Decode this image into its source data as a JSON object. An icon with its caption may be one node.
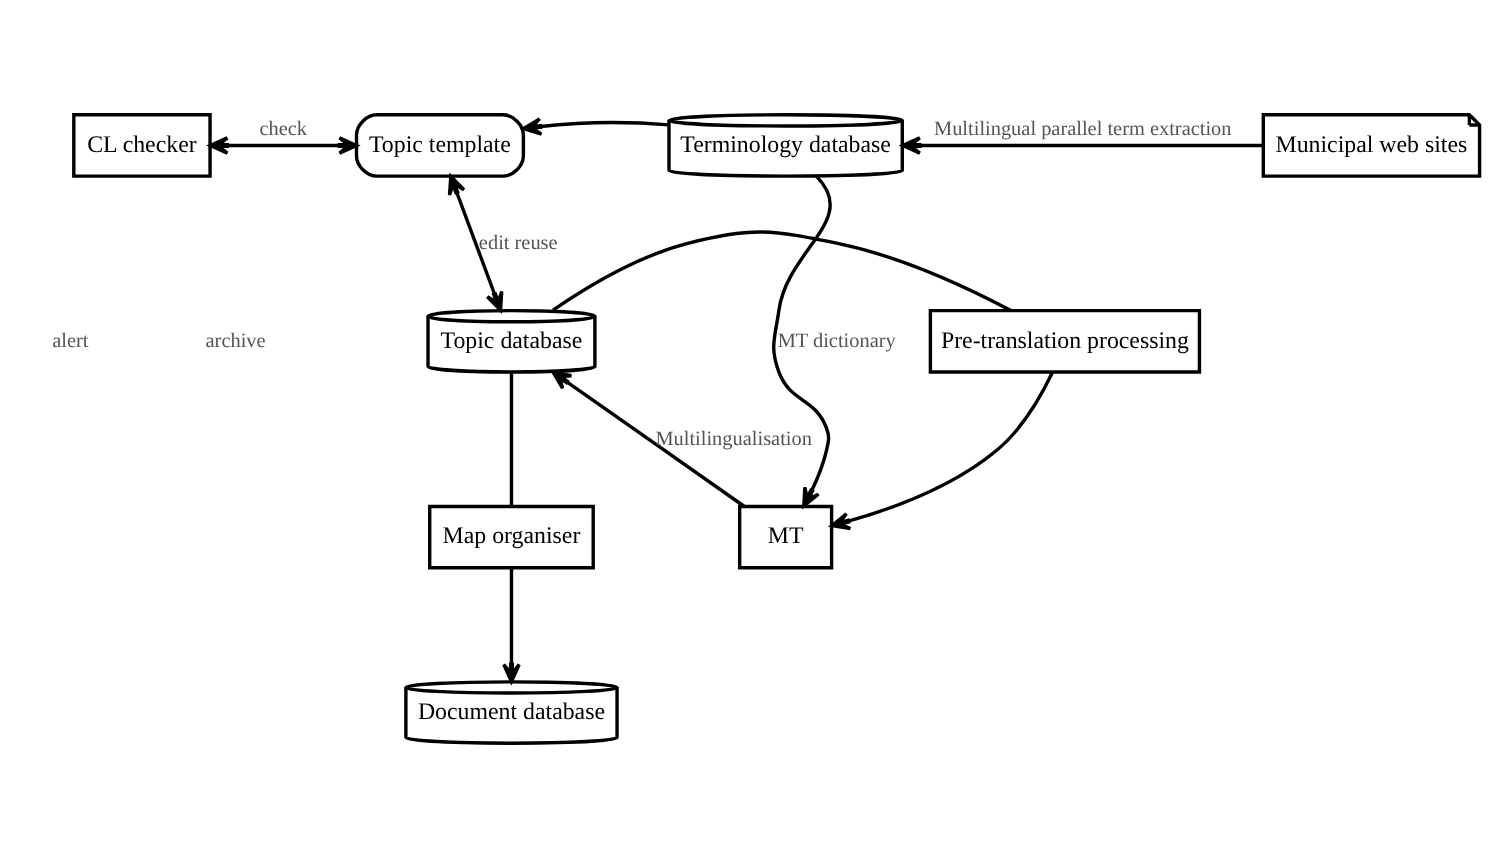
{
  "diagram": {
    "nodes": [
      {
        "text": [
          "CL checker"
        ]
      },
      {
        "text": [
          "Topic template"
        ]
      },
      {
        "text": [
          "Terminology database"
        ]
      },
      {
        "text": [
          "Municipal web sites"
        ]
      },
      {
        "text": [
          "Topic database"
        ]
      },
      {
        "text": [
          "Pre-translation processing"
        ]
      },
      {
        "text": [
          "MT"
        ]
      },
      {
        "text": [
          "Map organiser"
        ]
      },
      {
        "text": [
          "Document database"
        ]
      }
    ],
    "edges": [
      {
        "from": 0,
        "to": 1,
        "arrow": "both",
        "label": "check"
      },
      {
        "from": 2,
        "to": 1,
        "arrow": "to"
      },
      {
        "from": 3,
        "to": 2,
        "arrow": "to",
        "label": "Multilingual parallel term extraction"
      },
      {
        "from": 1,
        "to": 4,
        "arrow": "both",
        "label": "edit reuse"
      },
      {
        "from": 2,
        "to": 6,
        "arrow": "to",
        "label": "MT dictionary"
      },
      {
        "from": 4,
        "to": 5,
        "arrow": "none"
      },
      {
        "from": 5,
        "to": 6,
        "arrow": "to"
      },
      {
        "from": 6,
        "to": 4,
        "arrow": "to",
        "label": "Multilingualisation"
      },
      {
        "from": 4,
        "to": 7,
        "arrow": "none"
      },
      {
        "from": 7,
        "to": 8,
        "arrow": "to"
      }
    ],
    "labels": [
      "alert",
      "archive"
    ]
  }
}
